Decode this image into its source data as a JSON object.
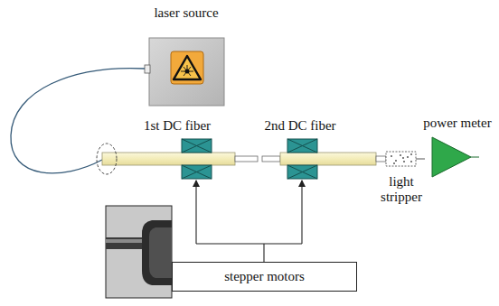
{
  "diagram": {
    "nodes": [
      {
        "text": [
          "stepper motors"
        ]
      }
    ],
    "labels": [
      "laser source",
      "1st DC fiber",
      "2nd DC fiber",
      "power meter",
      "light stripper"
    ]
  }
}
